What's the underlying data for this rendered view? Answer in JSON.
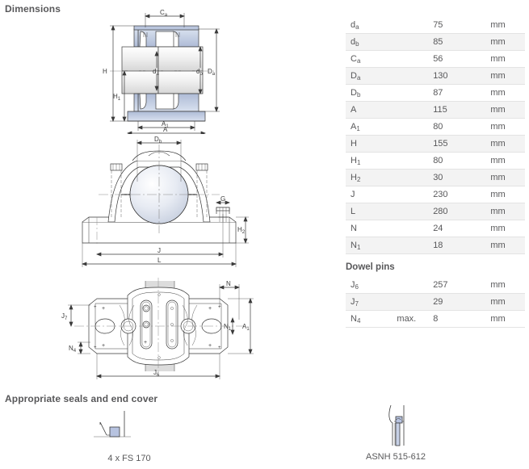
{
  "headings": {
    "dimensions": "Dimensions",
    "seals_and_end_cover": "Appropriate seals and end cover"
  },
  "table": {
    "columns": [
      "symbol",
      "qualifier",
      "value",
      "unit"
    ],
    "rows": [
      {
        "symbol": "d",
        "sub": "a",
        "qualifier": "",
        "value": "75",
        "unit": "mm"
      },
      {
        "symbol": "d",
        "sub": "b",
        "qualifier": "",
        "value": "85",
        "unit": "mm"
      },
      {
        "symbol": "C",
        "sub": "a",
        "qualifier": "",
        "value": "56",
        "unit": "mm"
      },
      {
        "symbol": "D",
        "sub": "a",
        "qualifier": "",
        "value": "130",
        "unit": "mm"
      },
      {
        "symbol": "D",
        "sub": "b",
        "qualifier": "",
        "value": "87",
        "unit": "mm"
      },
      {
        "symbol": "A",
        "sub": "",
        "qualifier": "",
        "value": "115",
        "unit": "mm"
      },
      {
        "symbol": "A",
        "sub": "1",
        "qualifier": "",
        "value": "80",
        "unit": "mm"
      },
      {
        "symbol": "H",
        "sub": "",
        "qualifier": "",
        "value": "155",
        "unit": "mm"
      },
      {
        "symbol": "H",
        "sub": "1",
        "qualifier": "",
        "value": "80",
        "unit": "mm"
      },
      {
        "symbol": "H",
        "sub": "2",
        "qualifier": "",
        "value": "30",
        "unit": "mm"
      },
      {
        "symbol": "J",
        "sub": "",
        "qualifier": "",
        "value": "230",
        "unit": "mm"
      },
      {
        "symbol": "L",
        "sub": "",
        "qualifier": "",
        "value": "280",
        "unit": "mm"
      },
      {
        "symbol": "N",
        "sub": "",
        "qualifier": "",
        "value": "24",
        "unit": "mm"
      },
      {
        "symbol": "N",
        "sub": "1",
        "qualifier": "",
        "value": "18",
        "unit": "mm"
      }
    ],
    "subsection": {
      "label": "Dowel pins",
      "rows": [
        {
          "symbol": "J",
          "sub": "6",
          "qualifier": "",
          "value": "257",
          "unit": "mm"
        },
        {
          "symbol": "J",
          "sub": "7",
          "qualifier": "",
          "value": "29",
          "unit": "mm"
        },
        {
          "symbol": "N",
          "sub": "4",
          "qualifier": "max.",
          "value": "8",
          "unit": "mm"
        }
      ]
    }
  },
  "drawings": {
    "top_view": {
      "name": "bearing-housing-cross-section",
      "labels": [
        "Ca",
        "H",
        "H1",
        "da",
        "db",
        "Da",
        "A1",
        "A"
      ]
    },
    "middle_view": {
      "name": "pillow-block-front-elevation",
      "labels": [
        "Db",
        "G",
        "H2",
        "J",
        "L"
      ]
    },
    "bottom_view": {
      "name": "pillow-block-plan-view",
      "labels": [
        "N",
        "N1",
        "A1",
        "J7",
        "N4",
        "J6"
      ]
    }
  },
  "seals": {
    "seal_label": "4 x FS 170",
    "end_cover_label": "ASNH 515-612"
  },
  "colors": {
    "text": "#58585a",
    "row_alt": "#f3f3f3",
    "row_border": "#e3e3e3",
    "housing_blue": "#c3cfe3",
    "housing_blue_dark": "#93a4c6",
    "line": "#3a3a3a",
    "shaft_grey": "#d9dde6"
  }
}
